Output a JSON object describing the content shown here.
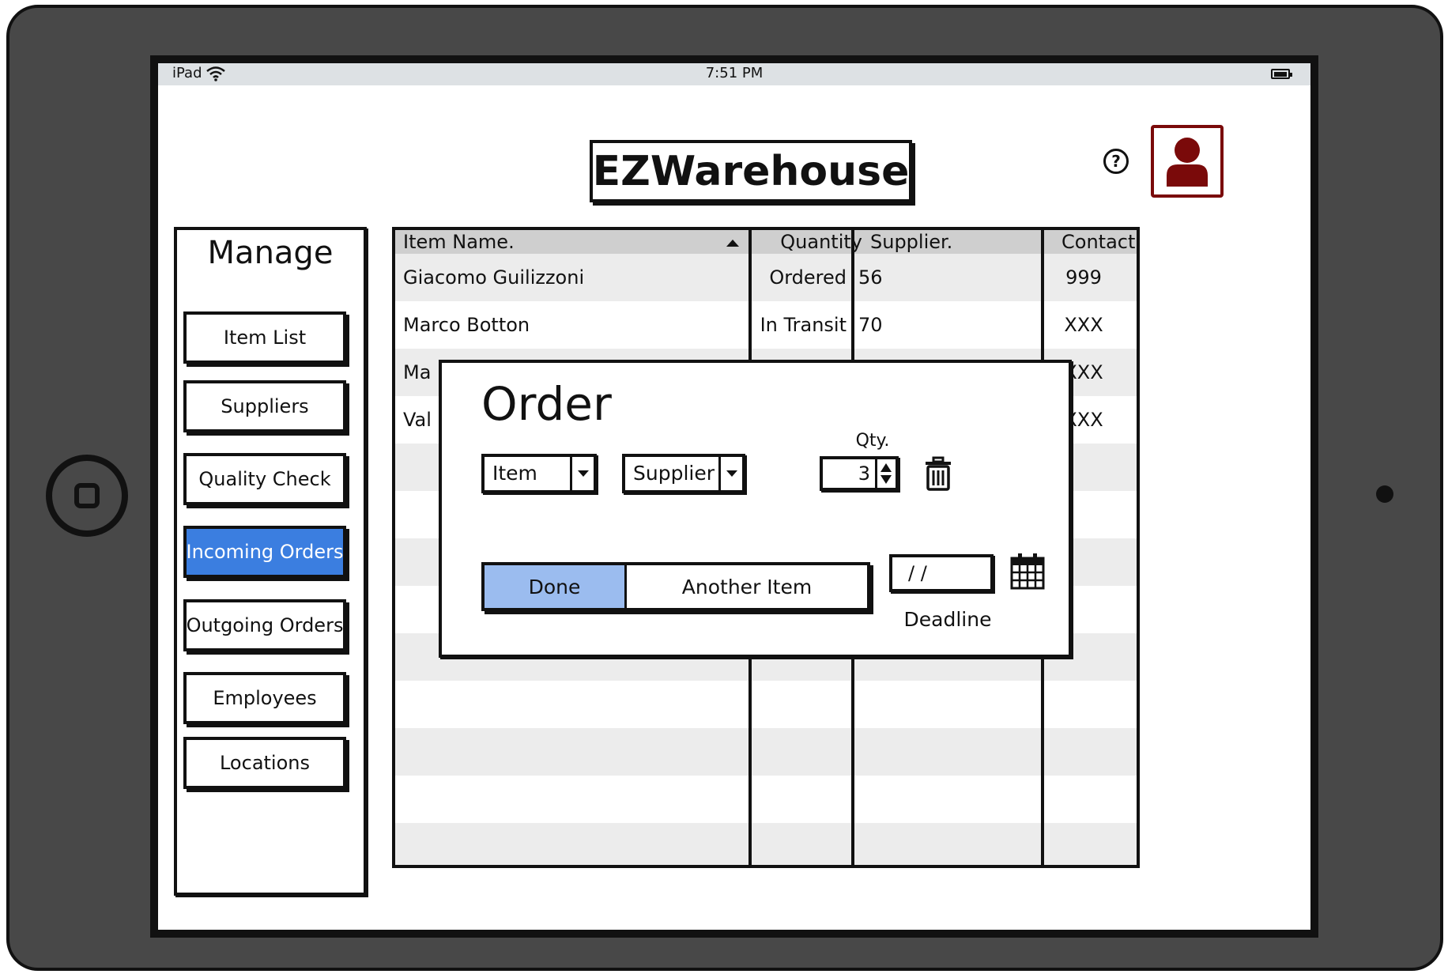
{
  "statusbar": {
    "device": "iPad",
    "time": "7:51 PM"
  },
  "header": {
    "title": "EZWarehouse",
    "help_glyph": "?"
  },
  "sidebar": {
    "title": "Manage",
    "items": [
      {
        "label": "Item List",
        "active": false
      },
      {
        "label": "Suppliers",
        "active": false
      },
      {
        "label": "Quality Check",
        "active": false
      },
      {
        "label": "Incoming Orders",
        "active": true
      },
      {
        "label": "Outgoing Orders",
        "active": false
      },
      {
        "label": "Employees",
        "active": false
      },
      {
        "label": "Locations",
        "active": false
      }
    ]
  },
  "table": {
    "columns": [
      "Item Name.",
      "Quantity",
      "Supplier.",
      "Contact"
    ],
    "sort_column": "Item Name.",
    "sort_direction": "ascending",
    "rows": [
      {
        "name": "Giacomo Guilizzoni",
        "quantity": "Ordered",
        "supplier": "56",
        "contact": "999"
      },
      {
        "name": "Marco Botton",
        "quantity": "In Transit",
        "supplier": "70",
        "contact": "XXX"
      },
      {
        "name": "Ma",
        "quantity": "",
        "supplier": "",
        "contact": "XXX"
      },
      {
        "name": "Val",
        "quantity": "",
        "supplier": "",
        "contact": "XXX"
      }
    ]
  },
  "dialog": {
    "title": "Order",
    "item_select": "Item",
    "supplier_select": "Supplier",
    "qty_label": "Qty.",
    "qty_value": "3",
    "done_label": "Done",
    "another_label": "Another Item",
    "date_value": "/ /",
    "deadline_label": "Deadline"
  },
  "colors": {
    "active_nav": "#3b7ee0",
    "done_button": "#9bbcef",
    "avatar": "#7a0a0a",
    "frame": "#484848"
  },
  "icons": [
    "wifi-icon",
    "battery-icon",
    "help-icon",
    "user-avatar-icon",
    "sort-ascending-icon",
    "trash-icon",
    "calendar-icon",
    "home-button-icon"
  ]
}
